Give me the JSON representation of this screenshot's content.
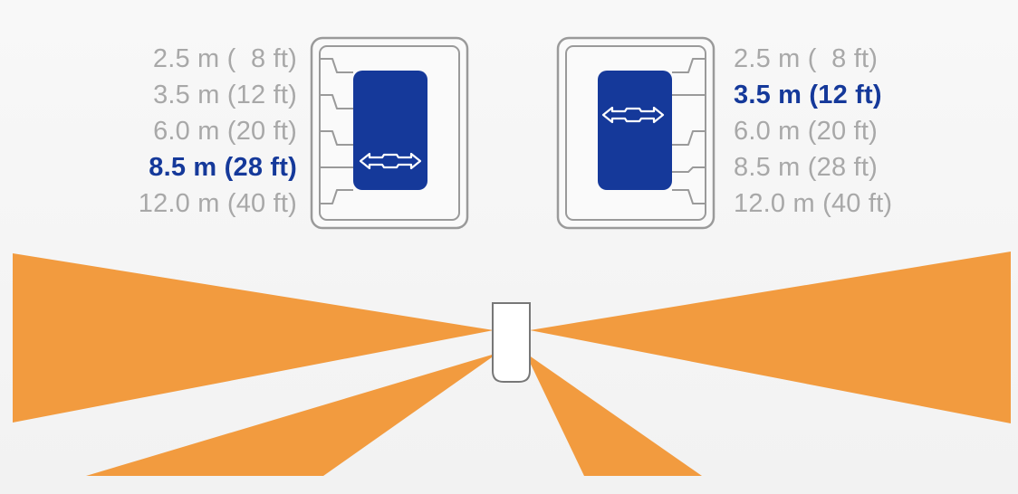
{
  "colors": {
    "accent_blue": "#15399a",
    "muted_gray": "#a8a8a8",
    "beam_orange": "#f29b3f",
    "outline_gray": "#9a9a9a"
  },
  "left_panel": {
    "ranges": [
      "2.5 m (  8 ft)",
      "3.5 m (12 ft)",
      "6.0 m (20 ft)",
      "8.5 m (28 ft)",
      "12.0 m (40 ft)"
    ],
    "selected_index": 3,
    "device_icon": "range-selector-switch-icon",
    "switch_icon": "double-arrow-icon"
  },
  "right_panel": {
    "ranges": [
      "2.5 m (  8 ft)",
      "3.5 m (12 ft)",
      "6.0 m (20 ft)",
      "8.5 m (28 ft)",
      "12.0 m (40 ft)"
    ],
    "selected_index": 1,
    "device_icon": "range-selector-switch-icon",
    "switch_icon": "double-arrow-icon"
  },
  "coverage": {
    "sensor_icon": "sensor-icon",
    "beam_count": 4
  }
}
